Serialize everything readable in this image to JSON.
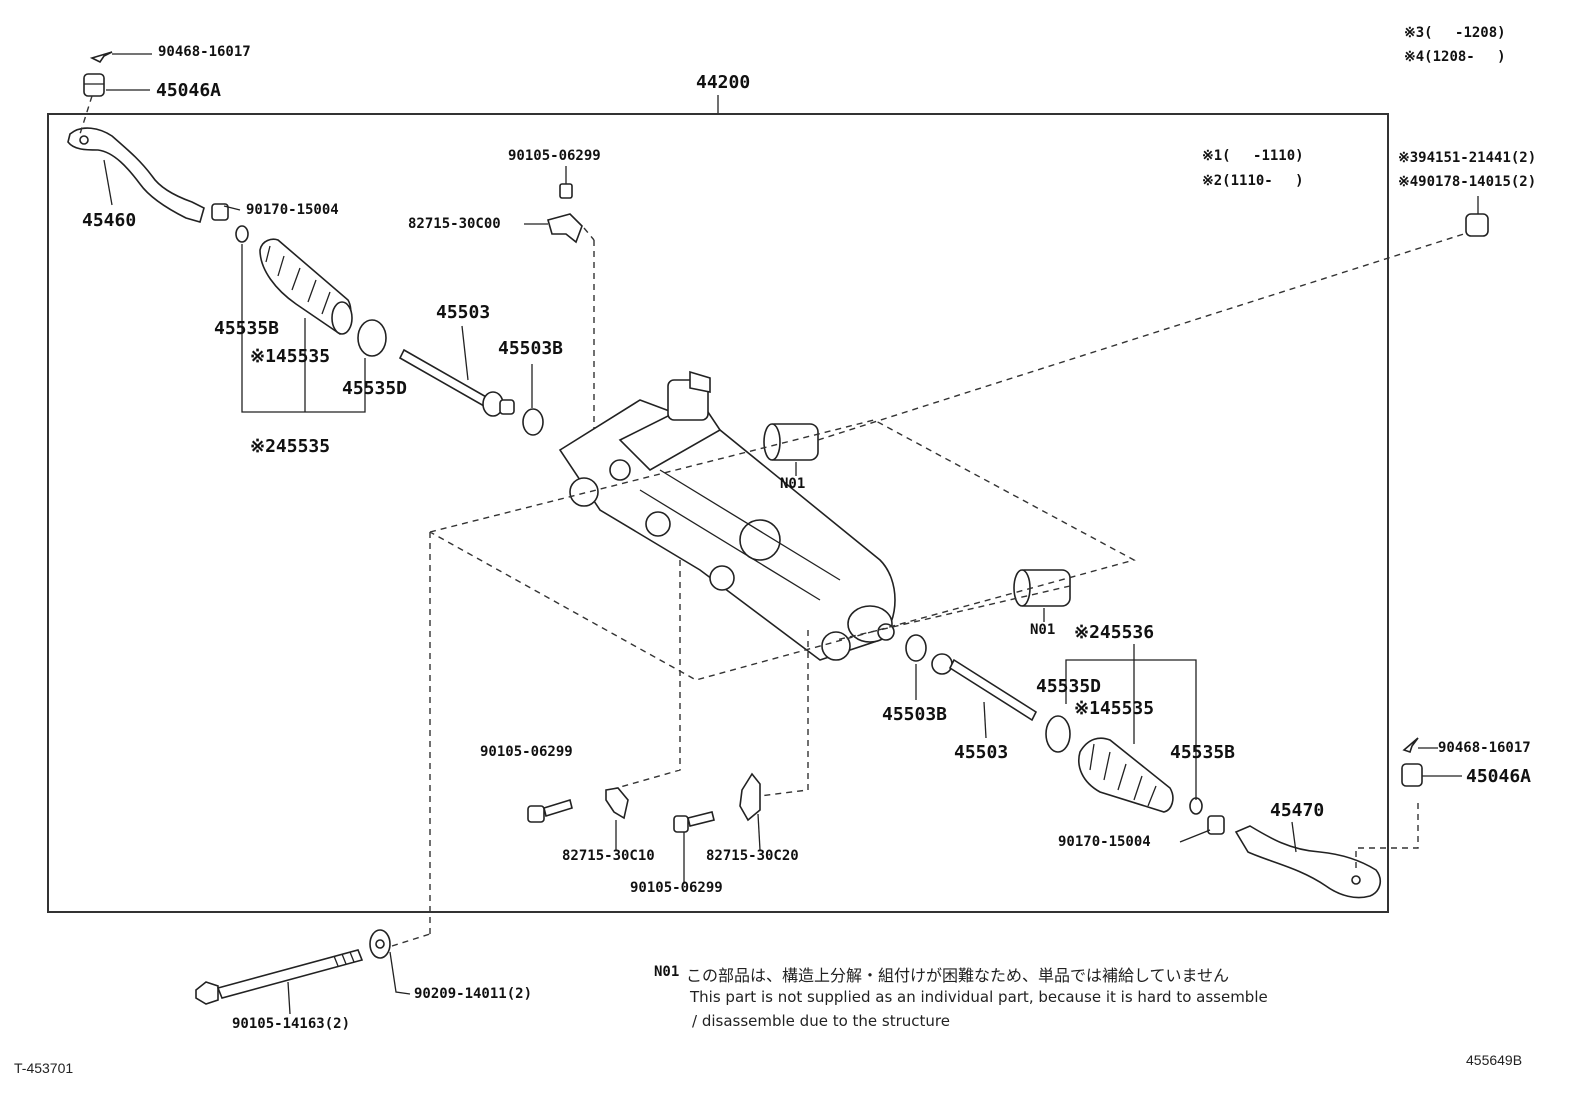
{
  "assembly": {
    "code": "44200"
  },
  "legend_top_right": {
    "line1": "※3(　 -1208)",
    "line2": "※4(1208-　 )"
  },
  "legend_box": {
    "line1": "※1(　 -1110)",
    "line2": "※2(1110-　 )"
  },
  "labels": {
    "l_90468_top": "90468-16017",
    "l_45046A_top": "45046A",
    "l_45460": "45460",
    "l_90170_top": "90170-15004",
    "l_45535B_top": "45535B",
    "l_45535_1_top": "※145535",
    "l_45535_2_top": "※245535",
    "l_45535D_top": "45535D",
    "l_45503_top": "45503",
    "l_45503B_top": "45503B",
    "l_90105_a": "90105-06299",
    "l_82715_30C00": "82715-30C00",
    "l_N01_a": "N01",
    "l_N01_b": "N01",
    "l_94151": "※394151-21441(2)",
    "l_90178": "※490178-14015(2)",
    "l_45536": "※245536",
    "l_45535D_bot": "45535D",
    "l_45535_1_bot": "※145535",
    "l_45535B_bot": "45535B",
    "l_45503B_bot": "45503B",
    "l_45503_bot": "45503",
    "l_90468_bot": "90468-16017",
    "l_45046A_bot": "45046A",
    "l_45470": "45470",
    "l_90170_bot": "90170-15004",
    "l_90105_b": "90105-06299",
    "l_82715_30C10": "82715-30C10",
    "l_82715_30C20": "82715-30C20",
    "l_90105_c": "90105-06299",
    "l_90209": "90209-14011(2)",
    "l_90105_14163": "90105-14163(2)"
  },
  "note": {
    "code": "N01",
    "jp": "この部品は、構造上分解・組付けが困難なため、単品では補給していません",
    "en1": "This part is not supplied as an individual part, because it is hard to assemble",
    "en2": "/ disassemble due to the structure"
  },
  "corner_left": "T-453701",
  "corner_right": "455649B"
}
